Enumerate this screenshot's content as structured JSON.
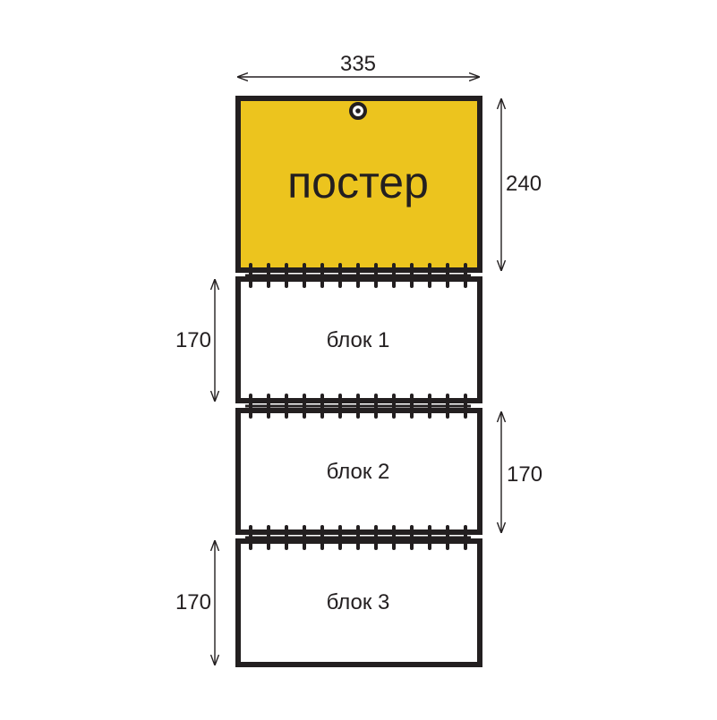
{
  "colors": {
    "poster_fill": "#ecc41e",
    "stroke": "#231f20",
    "block_fill": "#ffffff",
    "background": "#ffffff"
  },
  "poster": {
    "label": "постер",
    "hanging_hole": "hanging-hole-icon"
  },
  "blocks": [
    {
      "label": "блок 1"
    },
    {
      "label": "блок 2"
    },
    {
      "label": "блок 3"
    }
  ],
  "dimensions": {
    "width": "335",
    "poster_height": "240",
    "block1_height": "170",
    "block2_height": "170",
    "block3_height": "170"
  },
  "spiral_binding": {
    "icon": "spiral-coil-icon",
    "rings_per_binding": 13,
    "binding_count": 3
  }
}
